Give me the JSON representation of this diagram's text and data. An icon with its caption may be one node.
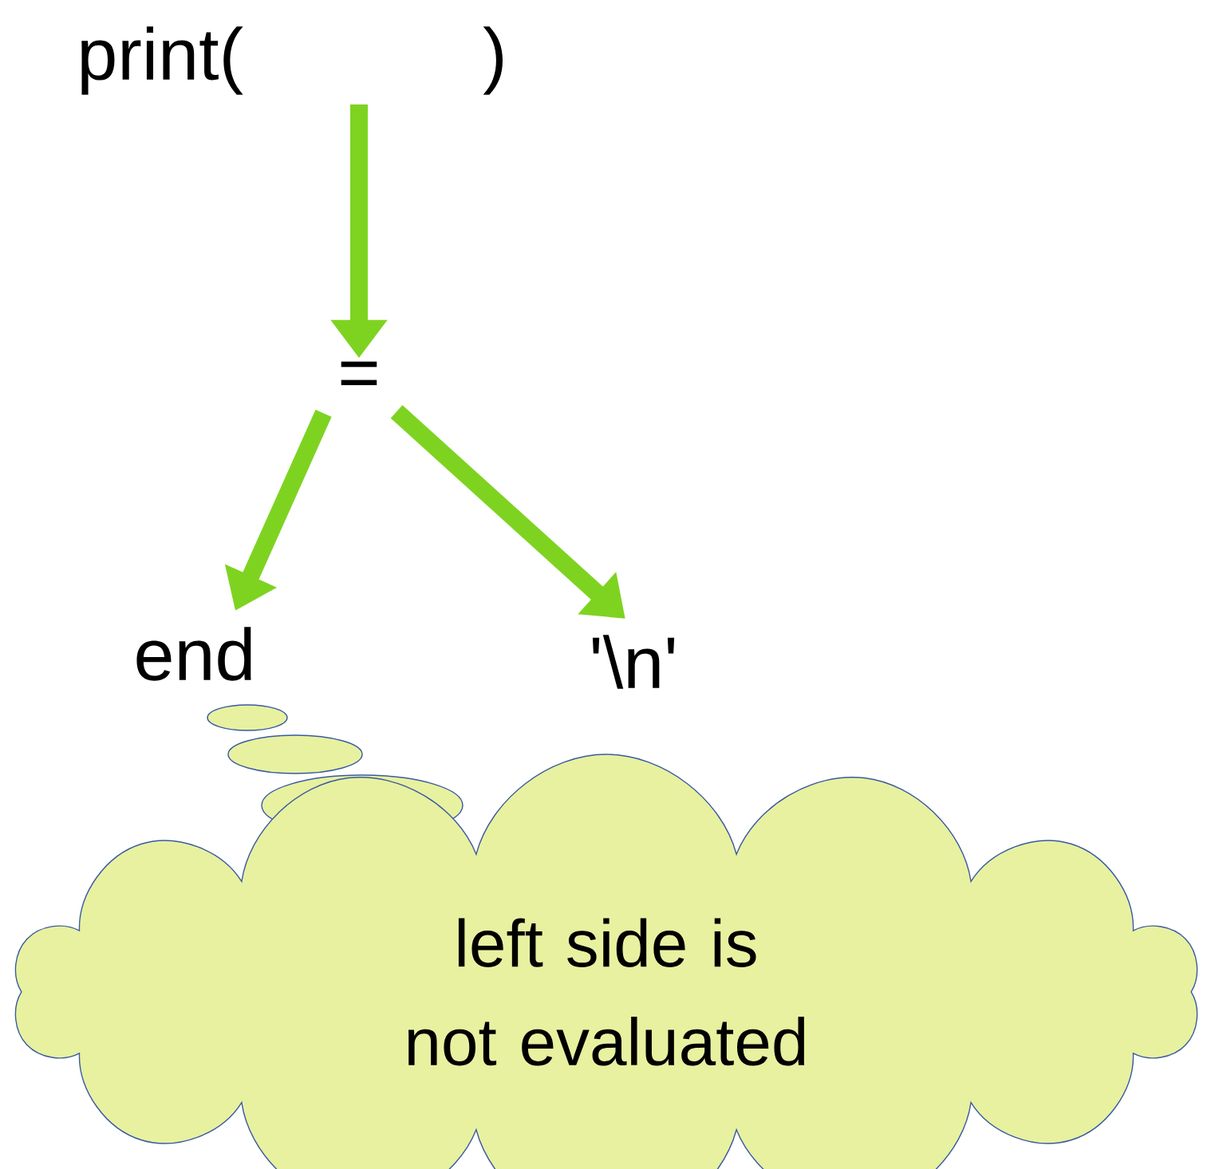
{
  "diagram": {
    "nodes": [
      {
        "text": [
          "print(",
          ")"
        ]
      },
      {
        "text": [
          "="
        ]
      },
      {
        "text": [
          "end"
        ]
      },
      {
        "text": [
          "'\\n'"
        ]
      },
      {
        "text": [
          "left side is not evaluated"
        ]
      }
    ],
    "edges": [
      {
        "from": 0,
        "to": 1,
        "arrow": "to"
      },
      {
        "from": 1,
        "to": 2,
        "arrow": "to"
      },
      {
        "from": 1,
        "to": 3,
        "arrow": "to"
      }
    ]
  }
}
